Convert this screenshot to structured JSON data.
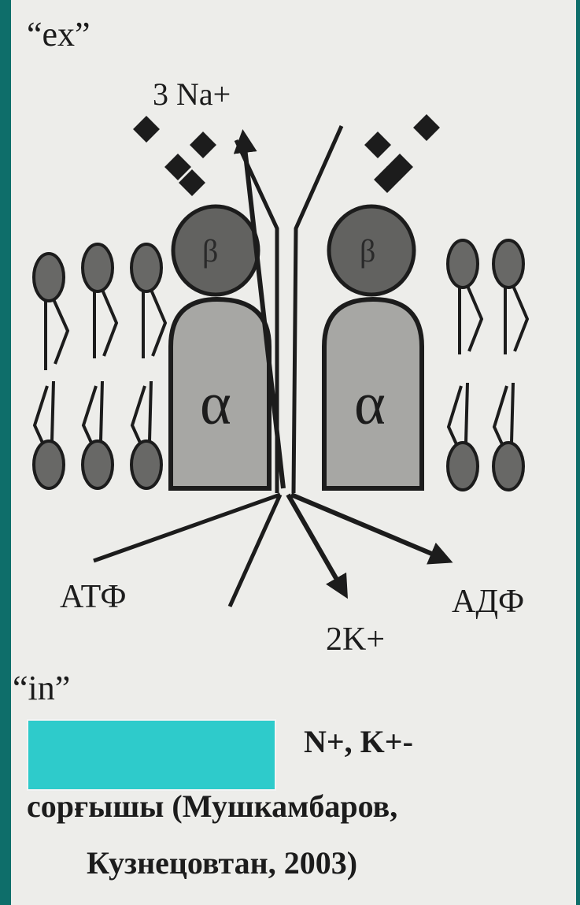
{
  "labels": {
    "ex": "“ex”",
    "sodium": "3 Na+",
    "atp": "АТФ",
    "adp": "АДФ",
    "potassium": "2K+",
    "in": "“in”",
    "alpha": "α",
    "beta": "β"
  },
  "caption": {
    "line1": "N+,  K+-",
    "line2": "сорғышы  (Мушкамбаров,",
    "line3": "Кузнецовтан,  2003)"
  },
  "colors": {
    "teal_border": "#0e6e6a",
    "paper": "#ededea",
    "alpha_fill": "#a7a7a4",
    "beta_fill": "#626260",
    "lipid_head": "#686866",
    "mask": "#2ecbcb"
  }
}
